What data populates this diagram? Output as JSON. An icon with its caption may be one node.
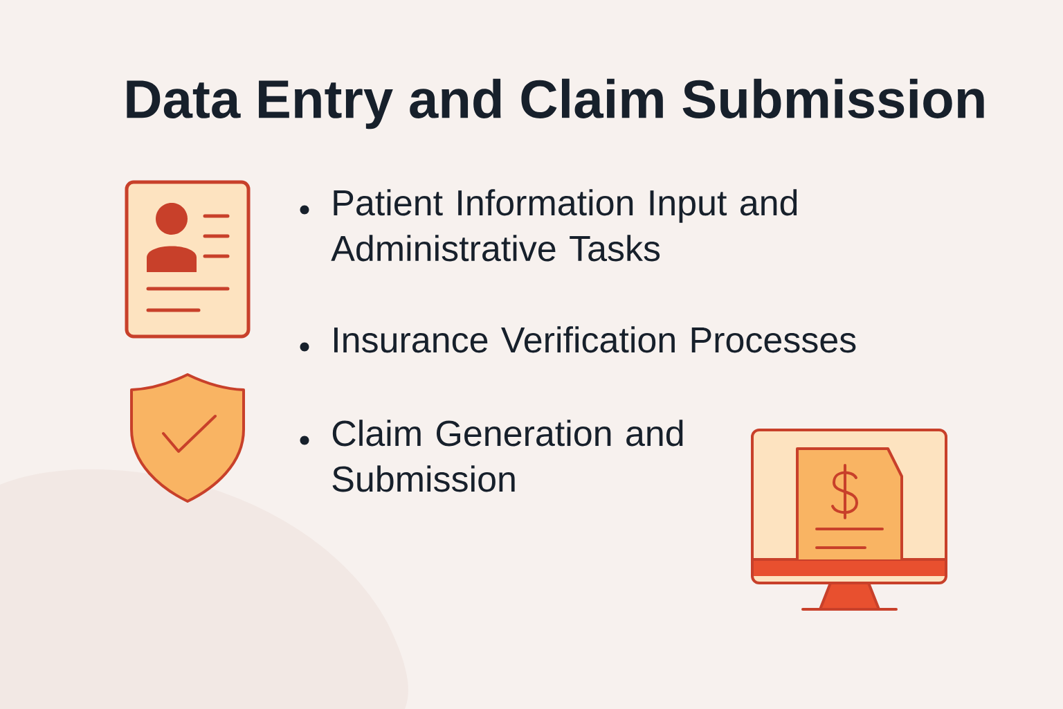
{
  "diagram": {
    "title": "Data Entry and Claim Submission",
    "labels": [
      "Patient Information Input and Administrative Tasks",
      "Insurance Verification Processes",
      "Claim Generation and Submission"
    ]
  }
}
